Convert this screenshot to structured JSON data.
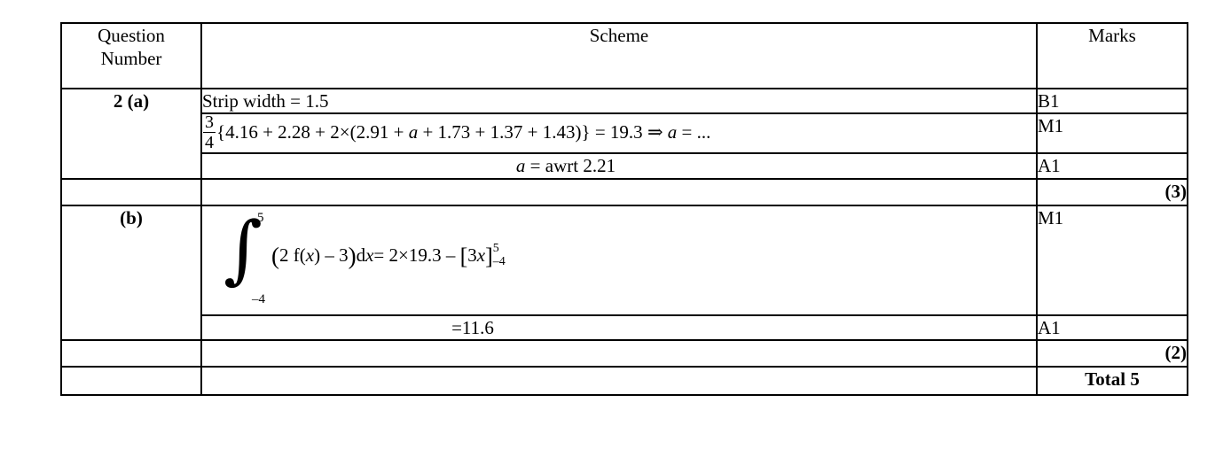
{
  "table": {
    "headers": {
      "question_number_line1": "Question",
      "question_number_line2": "Number",
      "scheme": "Scheme",
      "marks": "Marks"
    },
    "rows": [
      {
        "question": "2 (a)",
        "lines": [
          {
            "id": "strip-width",
            "text": "Strip width = 1.5",
            "mark": "B1"
          },
          {
            "id": "trapezium-rule",
            "mark": "M1"
          },
          {
            "id": "value-of-a",
            "text": "a = awrt 2.21",
            "mark": "A1"
          }
        ],
        "subtotal": "(3)"
      },
      {
        "question": "(b)",
        "lines": [
          {
            "id": "integral",
            "mark": "M1"
          },
          {
            "id": "result",
            "text": "=11.6",
            "mark": "A1"
          }
        ],
        "subtotal": "(2)"
      }
    ],
    "total": "Total 5"
  },
  "math": {
    "trapezium": {
      "fraction_numerator": "3",
      "fraction_denominator": "4",
      "open_brace": "{",
      "body": "4.16 + 2.28 + 2×(2.91 +",
      "variable": "a",
      "body_rest": "+ 1.73 + 1.37 + 1.43)",
      "close_brace": "}",
      "equals": "= 19.3",
      "implies": "⇒",
      "result_var": "a",
      "result_value": "= ..."
    },
    "value_of_a": {
      "variable": "a",
      "rest": "= awrt 2.21"
    },
    "integral": {
      "sign": "∫",
      "upper_limit": "5",
      "lower_limit": "–4",
      "open_paren": "(",
      "integrand_pre": "2 f(",
      "integrand_var": "x",
      "integrand_post": ") – 3",
      "close_paren": ")",
      "differential_d": "d",
      "differential_var": "x",
      "equals": "= 2×19.3 –",
      "bracket_open": "[",
      "bracket_num": "3",
      "bracket_var": "x",
      "bracket_close": "]",
      "bracket_sup": "5",
      "bracket_sub": "–4"
    },
    "result": "=11.6"
  }
}
